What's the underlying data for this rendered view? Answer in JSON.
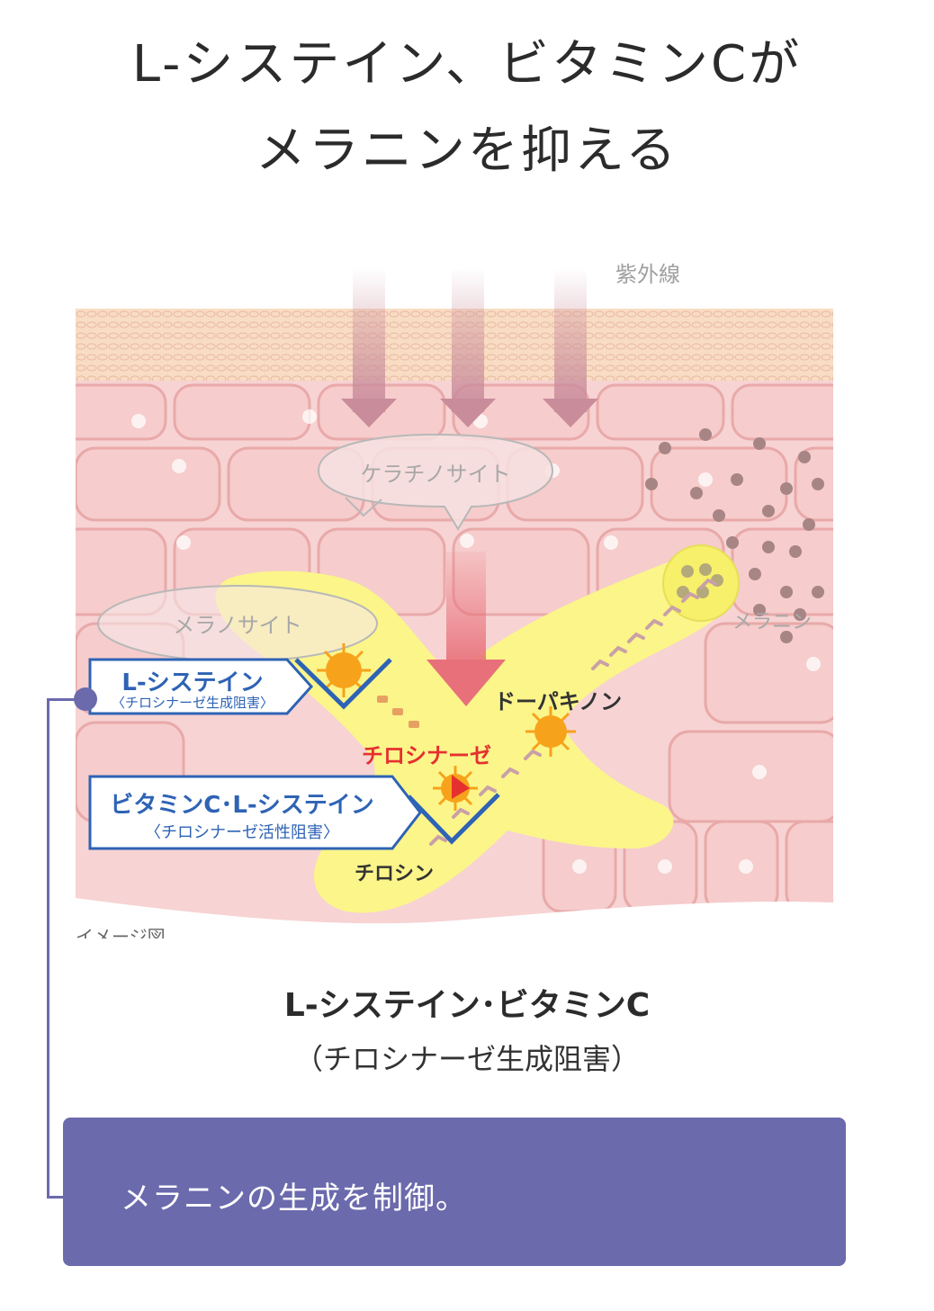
{
  "headline": {
    "line1": "L-システイン、ビタミンCが",
    "line2": "メラニンを抑える"
  },
  "diagram": {
    "uv_label": "紫外線",
    "keratinocyte_label": "ケラチノサイト",
    "melanocyte_label": "メラノサイト",
    "melanin_label": "メラニン",
    "dopaquinone_label": "ドーパキノン",
    "tyrosinase_label": "チロシナーゼ",
    "tyrosine_label": "チロシン",
    "image_note": "イメージ図",
    "callout1": {
      "title": "L-システイン",
      "subtitle": "〈チロシナーゼ生成阻害〉"
    },
    "callout2": {
      "title": "ビタミンC･L-システイン",
      "subtitle": "〈チロシナーゼ活性阻害〉"
    },
    "colors": {
      "skin": "#f7d3d3",
      "cell_border": "#e9a9a9",
      "melanocyte": "#fbf58a",
      "arrow": "#c98c9b",
      "callout_border": "#2e63b5",
      "tyrosinase_text": "#e53030"
    }
  },
  "caption": {
    "title": "L-システイン･ビタミンC",
    "subtitle": "（チロシナーゼ生成阻害）"
  },
  "result": {
    "text": "メラニンの生成を制御。"
  },
  "accent_color": "#6b6aad"
}
